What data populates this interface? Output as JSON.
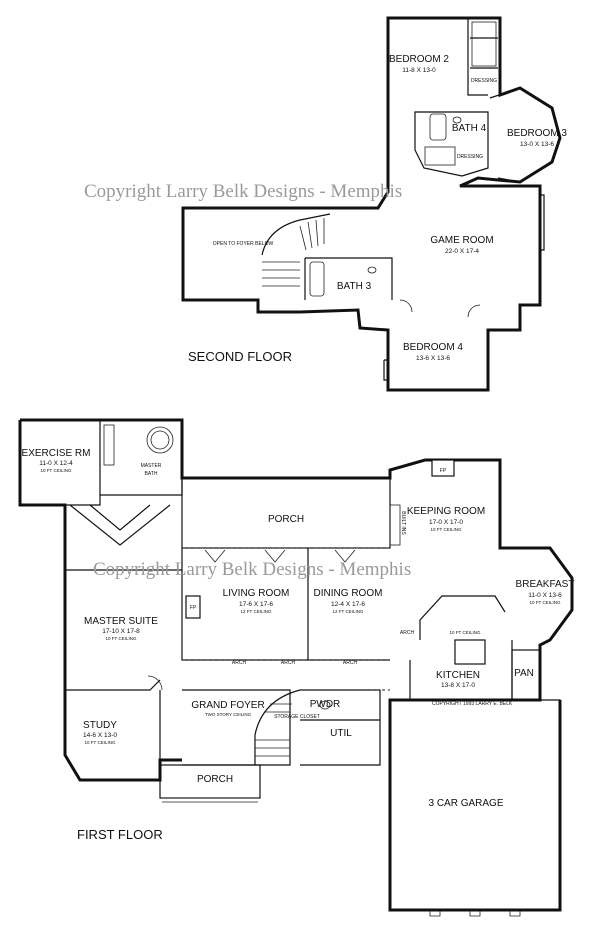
{
  "watermark": "Copyright Larry Belk Designs - Memphis",
  "copyright_note": "COPYRIGHT 1993 LARRY E. BELK",
  "floors": {
    "second": {
      "label": "SECOND FLOOR",
      "rooms": {
        "bedroom2": {
          "name": "BEDROOM 2",
          "dims": "11-8 X 13-0"
        },
        "bath4": {
          "name": "BATH 4"
        },
        "bedroom3": {
          "name": "BEDROOM 3",
          "dims": "13-0 X 13-6"
        },
        "game_room": {
          "name": "GAME ROOM",
          "dims": "22-0 X 17-4"
        },
        "bath3": {
          "name": "BATH 3"
        },
        "bedroom4": {
          "name": "BEDROOM 4",
          "dims": "13-6 X 13-6"
        },
        "open_to_foyer": {
          "name": "OPEN TO FOYER BELOW"
        }
      },
      "notes": {
        "dressing": "DRESSING"
      }
    },
    "first": {
      "label": "FIRST FLOOR",
      "rooms": {
        "exercise": {
          "name": "EXERCISE RM",
          "dims": "11-0 X 12-4",
          "note": "10 FT CEILING"
        },
        "master_bath": {
          "name": "MASTER",
          "name2": "BATH"
        },
        "porch_top": {
          "name": "PORCH"
        },
        "keeping": {
          "name": "KEEPING ROOM",
          "dims": "17-0 X 17-0",
          "note": "10 FT CEILING"
        },
        "master_suite": {
          "name": "MASTER SUITE",
          "dims": "17-10 X 17-8",
          "note": "10 FT CEILING"
        },
        "living": {
          "name": "LIVING ROOM",
          "dims": "17-6 X 17-6",
          "note": "12 FT CEILING"
        },
        "dining": {
          "name": "DINING ROOM",
          "dims": "12-4 X 17-6",
          "note": "12 FT CEILING"
        },
        "breakfast": {
          "name": "BREAKFAST",
          "dims": "11-0 X 13-6",
          "note": "10 FT CEILING"
        },
        "kitchen": {
          "name": "KITCHEN",
          "dims": "13-8 X 17-0",
          "note": "10 FT CEILING"
        },
        "pan": {
          "name": "PAN"
        },
        "foyer": {
          "name": "GRAND FOYER",
          "note": "TWO STORY CEILING"
        },
        "pwdr": {
          "name": "PWDR"
        },
        "util": {
          "name": "UTIL"
        },
        "study": {
          "name": "STUDY",
          "dims": "14-6 X 13-0",
          "note": "10 FT CEILING"
        },
        "porch_front": {
          "name": "PORCH"
        },
        "garage": {
          "name": "3 CAR GARAGE"
        }
      },
      "notes": {
        "arch": "ARCH",
        "fp": "FP",
        "storage": "STORAGE CLOSET",
        "built_ins": "BUILT INS"
      }
    }
  }
}
